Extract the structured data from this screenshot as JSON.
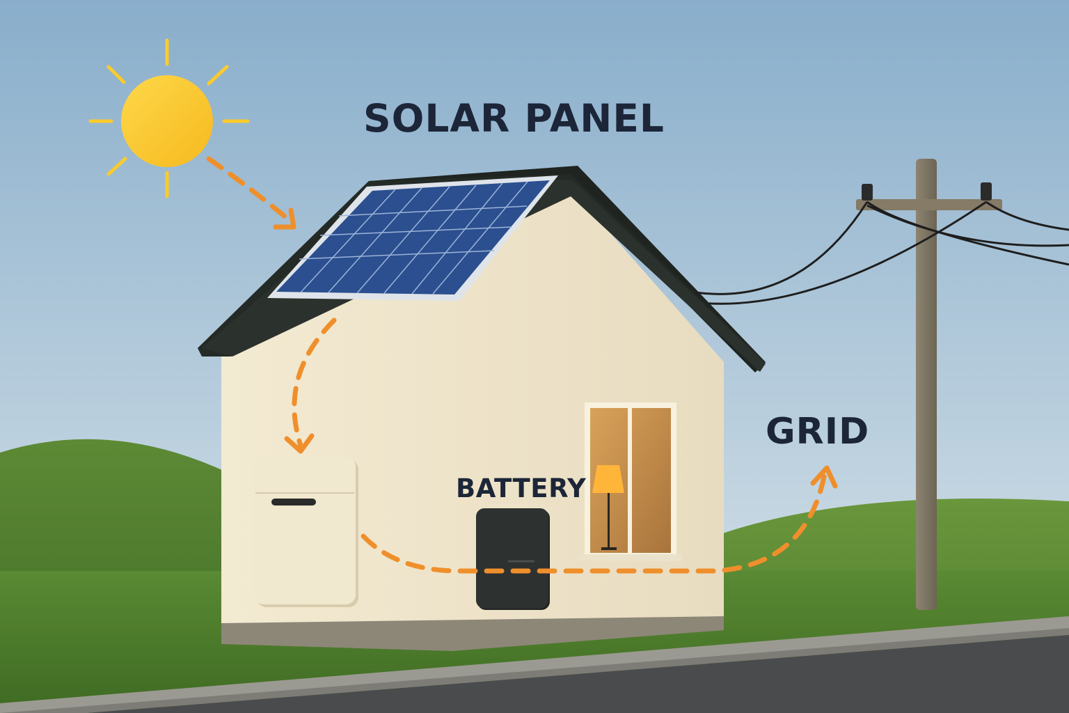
{
  "labels": {
    "solar_panel": "SOLAR PANEL",
    "battery": "BATTERY",
    "grid": "GRID"
  },
  "colors": {
    "sky_top": "#89aecb",
    "sky_bottom": "#d9e4ea",
    "sun": "#fbcb2d",
    "flow_arrow": "#ef8f2c",
    "roof": "#1f2420",
    "wall": "#f0e6cf",
    "panel": "#2b4f8f",
    "grass": "#4f7f2f",
    "label_text": "#1c2638"
  },
  "icons": {
    "sun": "sun-icon",
    "lamp": "lamp-icon",
    "utility_pole": "utility-pole-icon"
  }
}
